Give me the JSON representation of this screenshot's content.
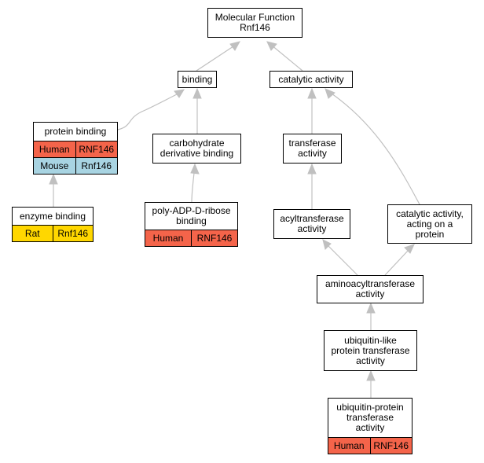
{
  "colors": {
    "human": "#f4644a",
    "mouse": "#a8d4e2",
    "rat": "#ffd700",
    "edge": "#c0c0c0"
  },
  "nodes": {
    "mf": {
      "lines": [
        "Molecular Function",
        "Rnf146"
      ]
    },
    "binding": {
      "lines": [
        "binding"
      ]
    },
    "catalytic": {
      "lines": [
        "catalytic activity"
      ]
    },
    "protein_binding": {
      "lines": [
        "protein binding"
      ],
      "rows": [
        {
          "species": "Human",
          "gene": "RNF146"
        },
        {
          "species": "Mouse",
          "gene": "Rnf146"
        }
      ]
    },
    "carb": {
      "lines": [
        "carbohydrate",
        "derivative binding"
      ]
    },
    "transferase": {
      "lines": [
        "transferase",
        "activity"
      ]
    },
    "enzyme_binding": {
      "lines": [
        "enzyme binding"
      ],
      "rows": [
        {
          "species": "Rat",
          "gene": "Rnf146"
        }
      ]
    },
    "padr": {
      "lines": [
        "poly-ADP-D-ribose",
        "binding"
      ],
      "rows": [
        {
          "species": "Human",
          "gene": "RNF146"
        }
      ]
    },
    "acyl": {
      "lines": [
        "acyltransferase",
        "activity"
      ]
    },
    "cat_protein": {
      "lines": [
        "catalytic activity,",
        "acting on a",
        "protein"
      ]
    },
    "aminoacyl": {
      "lines": [
        "aminoacyltransferase",
        "activity"
      ]
    },
    "ubl": {
      "lines": [
        "ubiquitin-like",
        "protein transferase",
        "activity"
      ]
    },
    "ubp": {
      "lines": [
        "ubiquitin-protein",
        "transferase",
        "activity"
      ],
      "rows": [
        {
          "species": "Human",
          "gene": "RNF146"
        }
      ]
    }
  }
}
